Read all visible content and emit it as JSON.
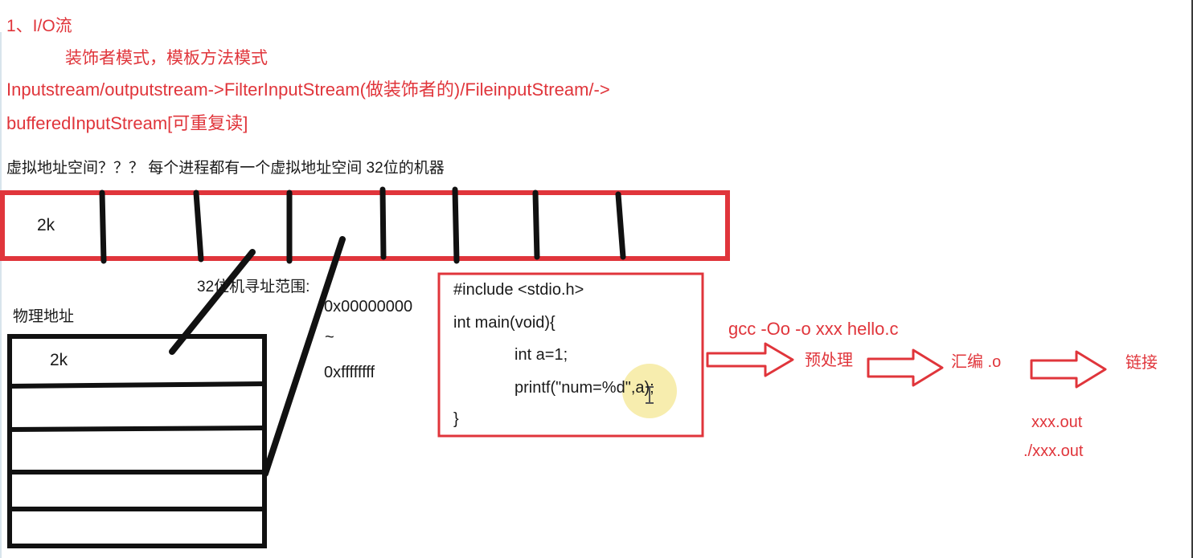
{
  "notes": {
    "heading": "1、I/O流",
    "patterns": "装饰者模式，模板方法模式",
    "stream_line1": "Inputstream/outputstream->FilterInputStream(做装饰者的)/FileinputStream/->",
    "stream_line2": "bufferedInputStream[可重复读]"
  },
  "virtual_memory": {
    "question": "虚拟地址空间？？？ 每个进程都有一个虚拟地址空间   32位的机器",
    "page_label": "2k"
  },
  "addressing": {
    "label": "32位机寻址范围:",
    "start": "0x00000000",
    "tilde": "~",
    "end": "0xffffffff"
  },
  "physical": {
    "label": "物理地址",
    "page_label": "2k"
  },
  "code": {
    "lines": [
      "#include <stdio.h>",
      "int main(void){",
      "int a=1;",
      "printf(\"num=%d\",a);",
      "}"
    ]
  },
  "compile": {
    "command": "gcc -Oo -o xxx hello.c",
    "step1": "预处理",
    "step2": "汇编  .o",
    "step3": "链接",
    "out1": "xxx.out",
    "out2": "./xxx.out"
  },
  "colors": {
    "annotation_red": "#e0353b",
    "ink_black": "#111111",
    "highlight_yellow": "#f6eaa0"
  }
}
